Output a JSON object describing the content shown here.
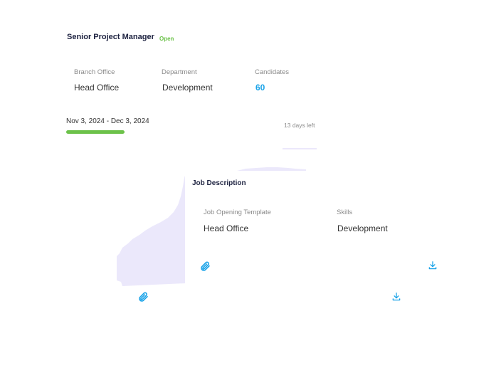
{
  "job": {
    "title": "Senior Project Manager",
    "status": "Open"
  },
  "info": {
    "branch_label": "Branch Office",
    "branch_value": "Head Office",
    "department_label": "Department",
    "department_value": "Development",
    "candidates_label": "Candidates",
    "candidates_value": "60"
  },
  "schedule": {
    "date_range": "Nov 3, 2024 - Dec 3, 2024",
    "days_left": "13 days left",
    "progress": 0.18
  },
  "description": {
    "title": "Job Description",
    "template_label": "Job Opening Template",
    "template_value": "Head Office",
    "skills_label": "Skills",
    "skills_value": "Development"
  },
  "icons": {
    "attachment": "paperclip-icon",
    "download": "download-icon"
  },
  "colors": {
    "accent": "#1aa3e8",
    "status": "#6cc24a",
    "title": "#1d2240",
    "decoration": "#ebe8fb"
  }
}
